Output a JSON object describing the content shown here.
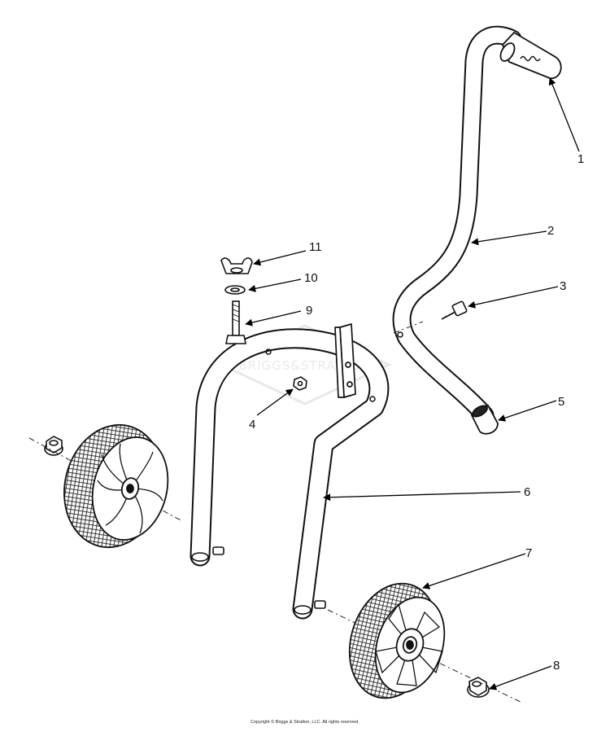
{
  "diagram": {
    "watermark": "BRIGGS&STRATTON",
    "callouts": [
      "1",
      "2",
      "3",
      "4",
      "5",
      "6",
      "7",
      "8",
      "9",
      "10",
      "11"
    ],
    "copyright": "Copyright © Briggs & Stratton, LLC. All rights reserved."
  }
}
